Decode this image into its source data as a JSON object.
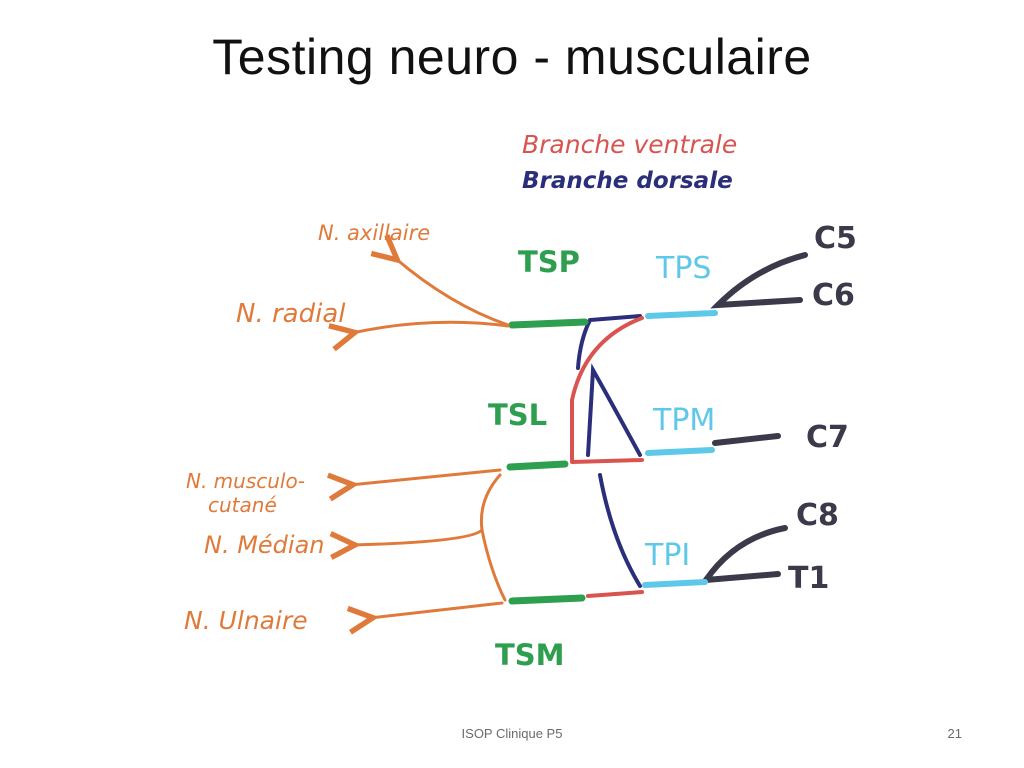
{
  "slide": {
    "title": "Testing neuro - musculaire",
    "footer": "ISOP Clinique P5",
    "page_number": "21"
  },
  "legend": {
    "ventral": "Branche ventrale",
    "dorsal": "Branche dorsale"
  },
  "roots": [
    "C5",
    "C6",
    "C7",
    "C8",
    "T1"
  ],
  "trunks": {
    "upper": "TPS",
    "middle": "TPM",
    "lower": "TPI"
  },
  "cords": {
    "posterior": "TSP",
    "lateral": "TSL",
    "medial": "TSM"
  },
  "nerves": {
    "axillary": "N. axillaire",
    "radial": "N. radial",
    "musculocutaneous_1": "N. musculo-",
    "musculocutaneous_2": "cutané",
    "median": "N. Médian",
    "ulnar": "N. Ulnaire"
  },
  "colors": {
    "ventral": "#d9534f",
    "dorsal": "#2b2f7a",
    "nerve": "#e07a3a",
    "cord": "#2e9e4f",
    "trunk": "#5ec8e8",
    "root": "#3a3a4a"
  }
}
